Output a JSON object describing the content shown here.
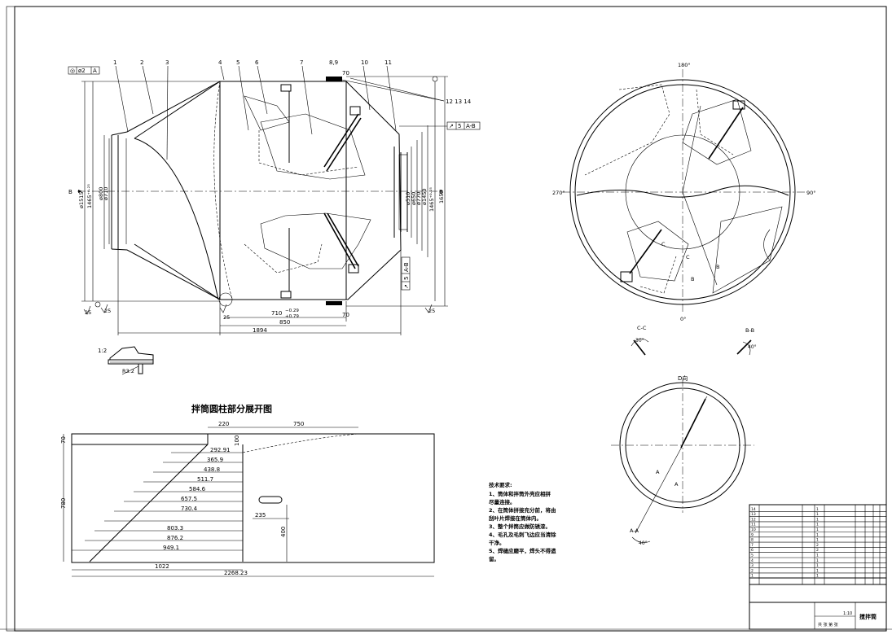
{
  "main_view": {
    "tolerance_frame": [
      "◎",
      "ø2",
      "A"
    ],
    "part_labels": [
      "1",
      "2",
      "3",
      "4",
      "5",
      "6",
      "7",
      "8,9",
      "10",
      "11",
      "12 13 14"
    ],
    "datum_left": "B",
    "datum_right": "B",
    "runout_frame_top": [
      "↗",
      "5",
      "A-B"
    ],
    "runout_frame_side": [
      "↗",
      "5",
      "A-B"
    ],
    "dims": {
      "d1515": "ø1515",
      "d1465_left": "1465⁺⁰·²⁵",
      "d800": "ø800",
      "d710": "ø710",
      "d510": "ø510",
      "d650": "ø650",
      "d770": "ø770",
      "d1450": "ø1450",
      "d1465_right": "1465⁺⁰·²⁵",
      "d1650": "1650",
      "len710": "710",
      "tol_upper": "−0.29",
      "tol_lower": "+0.79",
      "len850": "850",
      "len1894": "1894",
      "len70_top": "70",
      "len70_bottom": "70",
      "rough_a": "25",
      "rough_b": "25",
      "rough_c": "25",
      "rough_d": "25"
    },
    "detail_scale": "1:2",
    "detail_radius": "R3.2"
  },
  "side_view": {
    "angle_top": "180°",
    "angle_left": "270°",
    "angle_right": "90°",
    "angle_bottom": "0°",
    "labels": [
      "C",
      "C",
      "B",
      "B"
    ]
  },
  "sections": {
    "cc_label": "C-C",
    "cc_angle": "30°",
    "bb_label": "B-B",
    "bb_angle": "40°"
  },
  "view_d": {
    "title": "D向",
    "labels": [
      "A",
      "A"
    ],
    "aa_label": "A-A",
    "aa_angle": "40°"
  },
  "development": {
    "title": "拌筒圆柱部分展开图",
    "top_dims": [
      "220",
      "750",
      "100"
    ],
    "side_dims": [
      "70",
      "780",
      "400"
    ],
    "slot_dim": "235",
    "bottom_dims": [
      "1022",
      "2268.23"
    ],
    "steps": [
      "292.91",
      "365.9",
      "438.8",
      "511.7",
      "584.6",
      "657.5",
      "730.4",
      "803.3",
      "876.2",
      "949.1"
    ]
  },
  "notes": {
    "title": "技术要求:",
    "lines": [
      "1、筒体和拌筒外壳应相拼",
      "  尽量连接。",
      "2、在筒体拼接充分前，将由",
      "  刮叶片焊接在筒体内。",
      "3、整个拌筒应做防锈漆。",
      "4、毛孔及毛刺飞边应当清除",
      "  干净。",
      "5、焊缝应磨平，焊头不得遗",
      "  留。"
    ]
  },
  "title_block": {
    "drawing_name": "搅拌筒",
    "scale": "1:10",
    "sheet": "共 张 第 张",
    "rows": [
      [
        "14",
        "",
        "",
        "",
        "",
        "1",
        "",
        "",
        ""
      ],
      [
        "13",
        "",
        "",
        "",
        "",
        "1",
        "",
        "",
        ""
      ],
      [
        "12",
        "",
        "",
        "",
        "",
        "1",
        "",
        "",
        ""
      ],
      [
        "11",
        "",
        "",
        "",
        "",
        "1",
        "",
        "",
        ""
      ],
      [
        "10",
        "",
        "",
        "",
        "",
        "1",
        "",
        "",
        ""
      ],
      [
        "9",
        "",
        "",
        "",
        "",
        "1",
        "",
        "",
        ""
      ],
      [
        "8",
        "",
        "",
        "",
        "",
        "1",
        "",
        "",
        ""
      ],
      [
        "7",
        "",
        "",
        "",
        "",
        "2",
        "",
        "",
        ""
      ],
      [
        "6",
        "",
        "",
        "",
        "",
        "2",
        "",
        "",
        ""
      ],
      [
        "5",
        "",
        "",
        "",
        "",
        "1",
        "",
        "",
        ""
      ],
      [
        "4",
        "",
        "",
        "",
        "",
        "1",
        "",
        "",
        ""
      ],
      [
        "3",
        "",
        "",
        "",
        "",
        "1",
        "",
        "",
        ""
      ],
      [
        "2",
        "",
        "",
        "",
        "",
        "1",
        "",
        "",
        ""
      ],
      [
        "1",
        "",
        "",
        "",
        "",
        "1",
        "",
        "",
        ""
      ]
    ]
  }
}
